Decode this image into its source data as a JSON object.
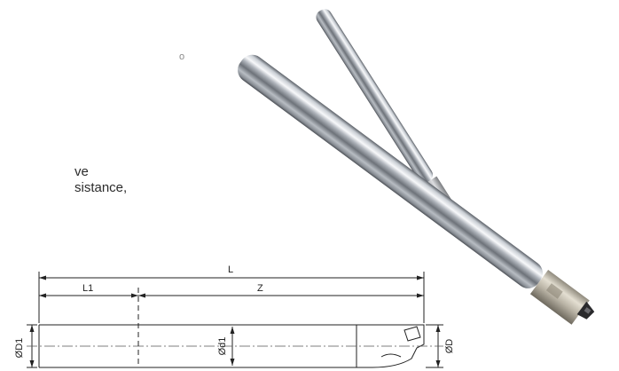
{
  "text_fragments": {
    "line1": "ve",
    "line2": "sistance,",
    "mark": "o"
  },
  "drawing": {
    "overall_length_label": "L",
    "shank_length_label": "L1",
    "reach_length_label": "Z",
    "shank_diameter_label": "ØD1",
    "neck_diameter_label": "Ød1",
    "cutting_diameter_label": "ØD"
  }
}
